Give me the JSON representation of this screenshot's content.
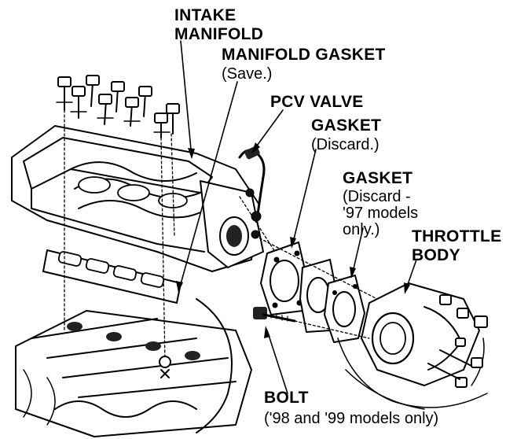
{
  "labels": {
    "intake_manifold": [
      "INTAKE",
      "MANIFOLD"
    ],
    "manifold_gasket": {
      "title": "MANIFOLD GASKET",
      "note": "(Save.)"
    },
    "pcv_valve": "PCV VALVE",
    "gasket_1": {
      "title": "GASKET",
      "note": "(Discard.)"
    },
    "gasket_2": {
      "title": "GASKET",
      "note": [
        "(Discard -",
        "'97 models",
        "only.)"
      ]
    },
    "throttle_body": [
      "THROTTLE",
      "BODY"
    ],
    "bolt": {
      "title": "BOLT",
      "note": "('98 and '99 models only)"
    }
  }
}
